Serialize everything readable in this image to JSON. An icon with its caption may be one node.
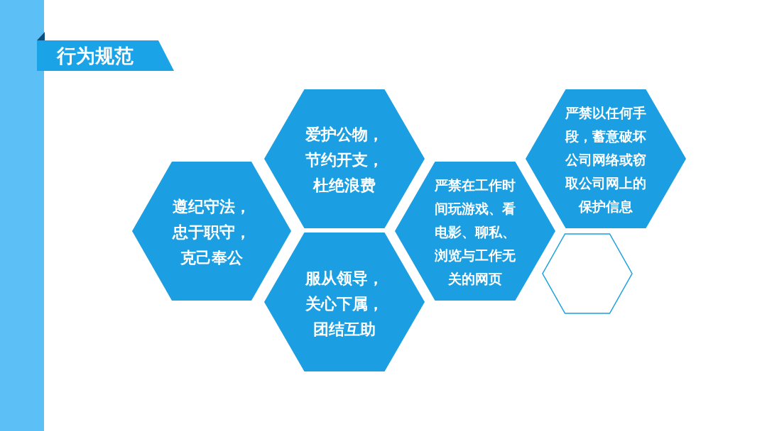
{
  "diagram": {
    "title": "行为规范",
    "nodes": [
      {
        "text": [
          "遵纪守法，忠于职守，克己奉公"
        ]
      },
      {
        "text": [
          "爱护公物，节约开支，杜绝浪费"
        ]
      },
      {
        "text": [
          "服从领导，关心下属，团结互助"
        ]
      },
      {
        "text": [
          "严禁在工作时间玩游戏、看电影、聊私、浏览与工作无关的网页"
        ]
      },
      {
        "text": [
          "严禁以任何手段，蓄意破坏公司网络或窃取公司网上的保护信息"
        ]
      },
      {
        "text": [],
        "shape": "hexagon"
      }
    ]
  }
}
